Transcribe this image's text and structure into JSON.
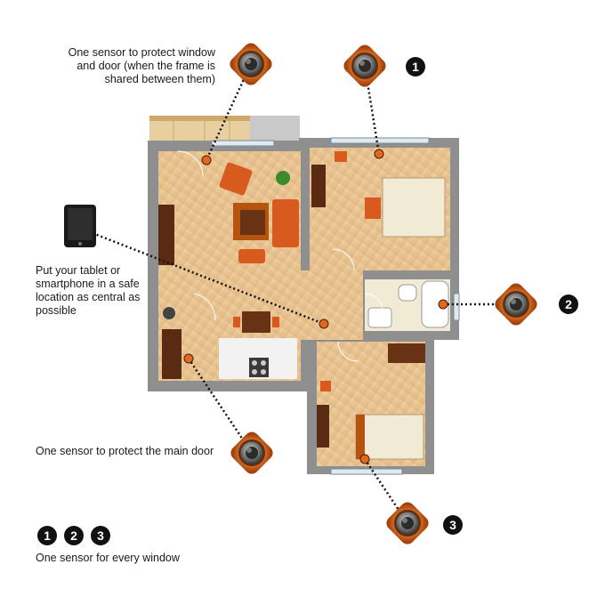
{
  "annotations": {
    "window_door": "One sensor to protect window and door (when the frame is shared between them)",
    "tablet": "Put your tablet or smartphone in a safe location as central as possible",
    "main_door": "One sensor to protect the main door",
    "every_window": "One sensor for every window"
  },
  "badges": {
    "one": "1",
    "two": "2",
    "three": "3"
  },
  "colors": {
    "wall": "#8f8f8f",
    "floor": "#e9c89c",
    "furniture_orange": "#d85a1e",
    "sensor_ring": "#d9691c",
    "dot_line": "#111111"
  },
  "icons": [
    "sensor-icon",
    "tablet-icon",
    "plant-icon"
  ]
}
